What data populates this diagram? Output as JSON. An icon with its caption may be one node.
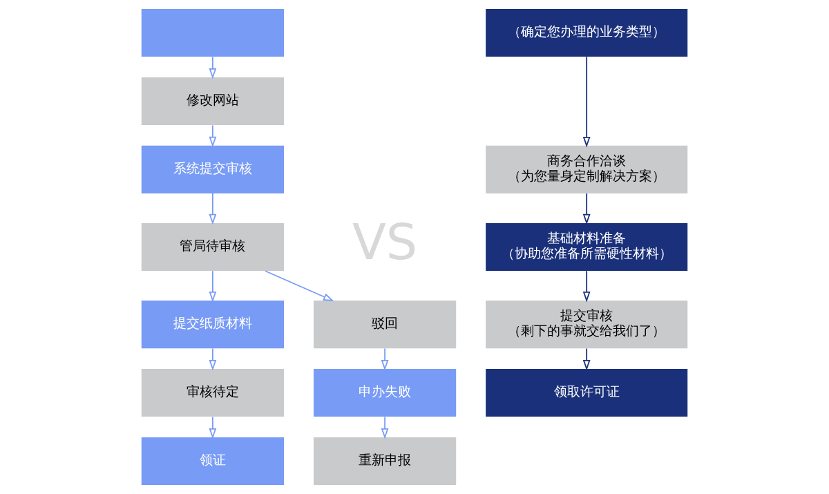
{
  "diagram": {
    "nodes": [
      {
        "text": [],
        "shape": "box"
      },
      {
        "text": [
          "修改网站"
        ]
      },
      {
        "text": [
          "系统提交审核"
        ]
      },
      {
        "text": [
          "管局待审核"
        ]
      },
      {
        "text": [
          "提交纸质材料"
        ]
      },
      {
        "text": [
          "驳回"
        ]
      },
      {
        "text": [
          "审核待定"
        ]
      },
      {
        "text": [
          "申办失败"
        ]
      },
      {
        "text": [
          "领证"
        ]
      },
      {
        "text": [
          "重新申报"
        ]
      },
      {
        "text": [
          "（确定您办理的业务类型）"
        ]
      },
      {
        "text": [
          "商务合作洽谈",
          "（为您量身定制解决方案）"
        ]
      },
      {
        "text": [
          "基础材料准备",
          "（协助您准备所需硬性材料）"
        ]
      },
      {
        "text": [
          "提交审核",
          "（剩下的事就交给我们了）"
        ]
      },
      {
        "text": [
          "领取许可证"
        ]
      }
    ],
    "edges": [
      {
        "from": 0,
        "to": 1,
        "arrow": "to"
      },
      {
        "from": 1,
        "to": 2,
        "arrow": "to"
      },
      {
        "from": 2,
        "to": 3,
        "arrow": "to"
      },
      {
        "from": 3,
        "to": 4,
        "arrow": "to"
      },
      {
        "from": 3,
        "to": 5,
        "arrow": "to"
      },
      {
        "from": 4,
        "to": 6,
        "arrow": "to"
      },
      {
        "from": 5,
        "to": 7,
        "arrow": "to"
      },
      {
        "from": 6,
        "to": 8,
        "arrow": "to"
      },
      {
        "from": 7,
        "to": 9,
        "arrow": "to"
      },
      {
        "from": 10,
        "to": 11,
        "arrow": "to",
        "color": "#1b307a"
      },
      {
        "from": 11,
        "to": 12,
        "arrow": "to",
        "color": "#1b307a"
      },
      {
        "from": 12,
        "to": 13,
        "arrow": "to",
        "color": "#1b307a"
      },
      {
        "from": 13,
        "to": 14,
        "arrow": "to",
        "color": "#1b307a"
      }
    ],
    "labels": [
      "VS"
    ]
  }
}
